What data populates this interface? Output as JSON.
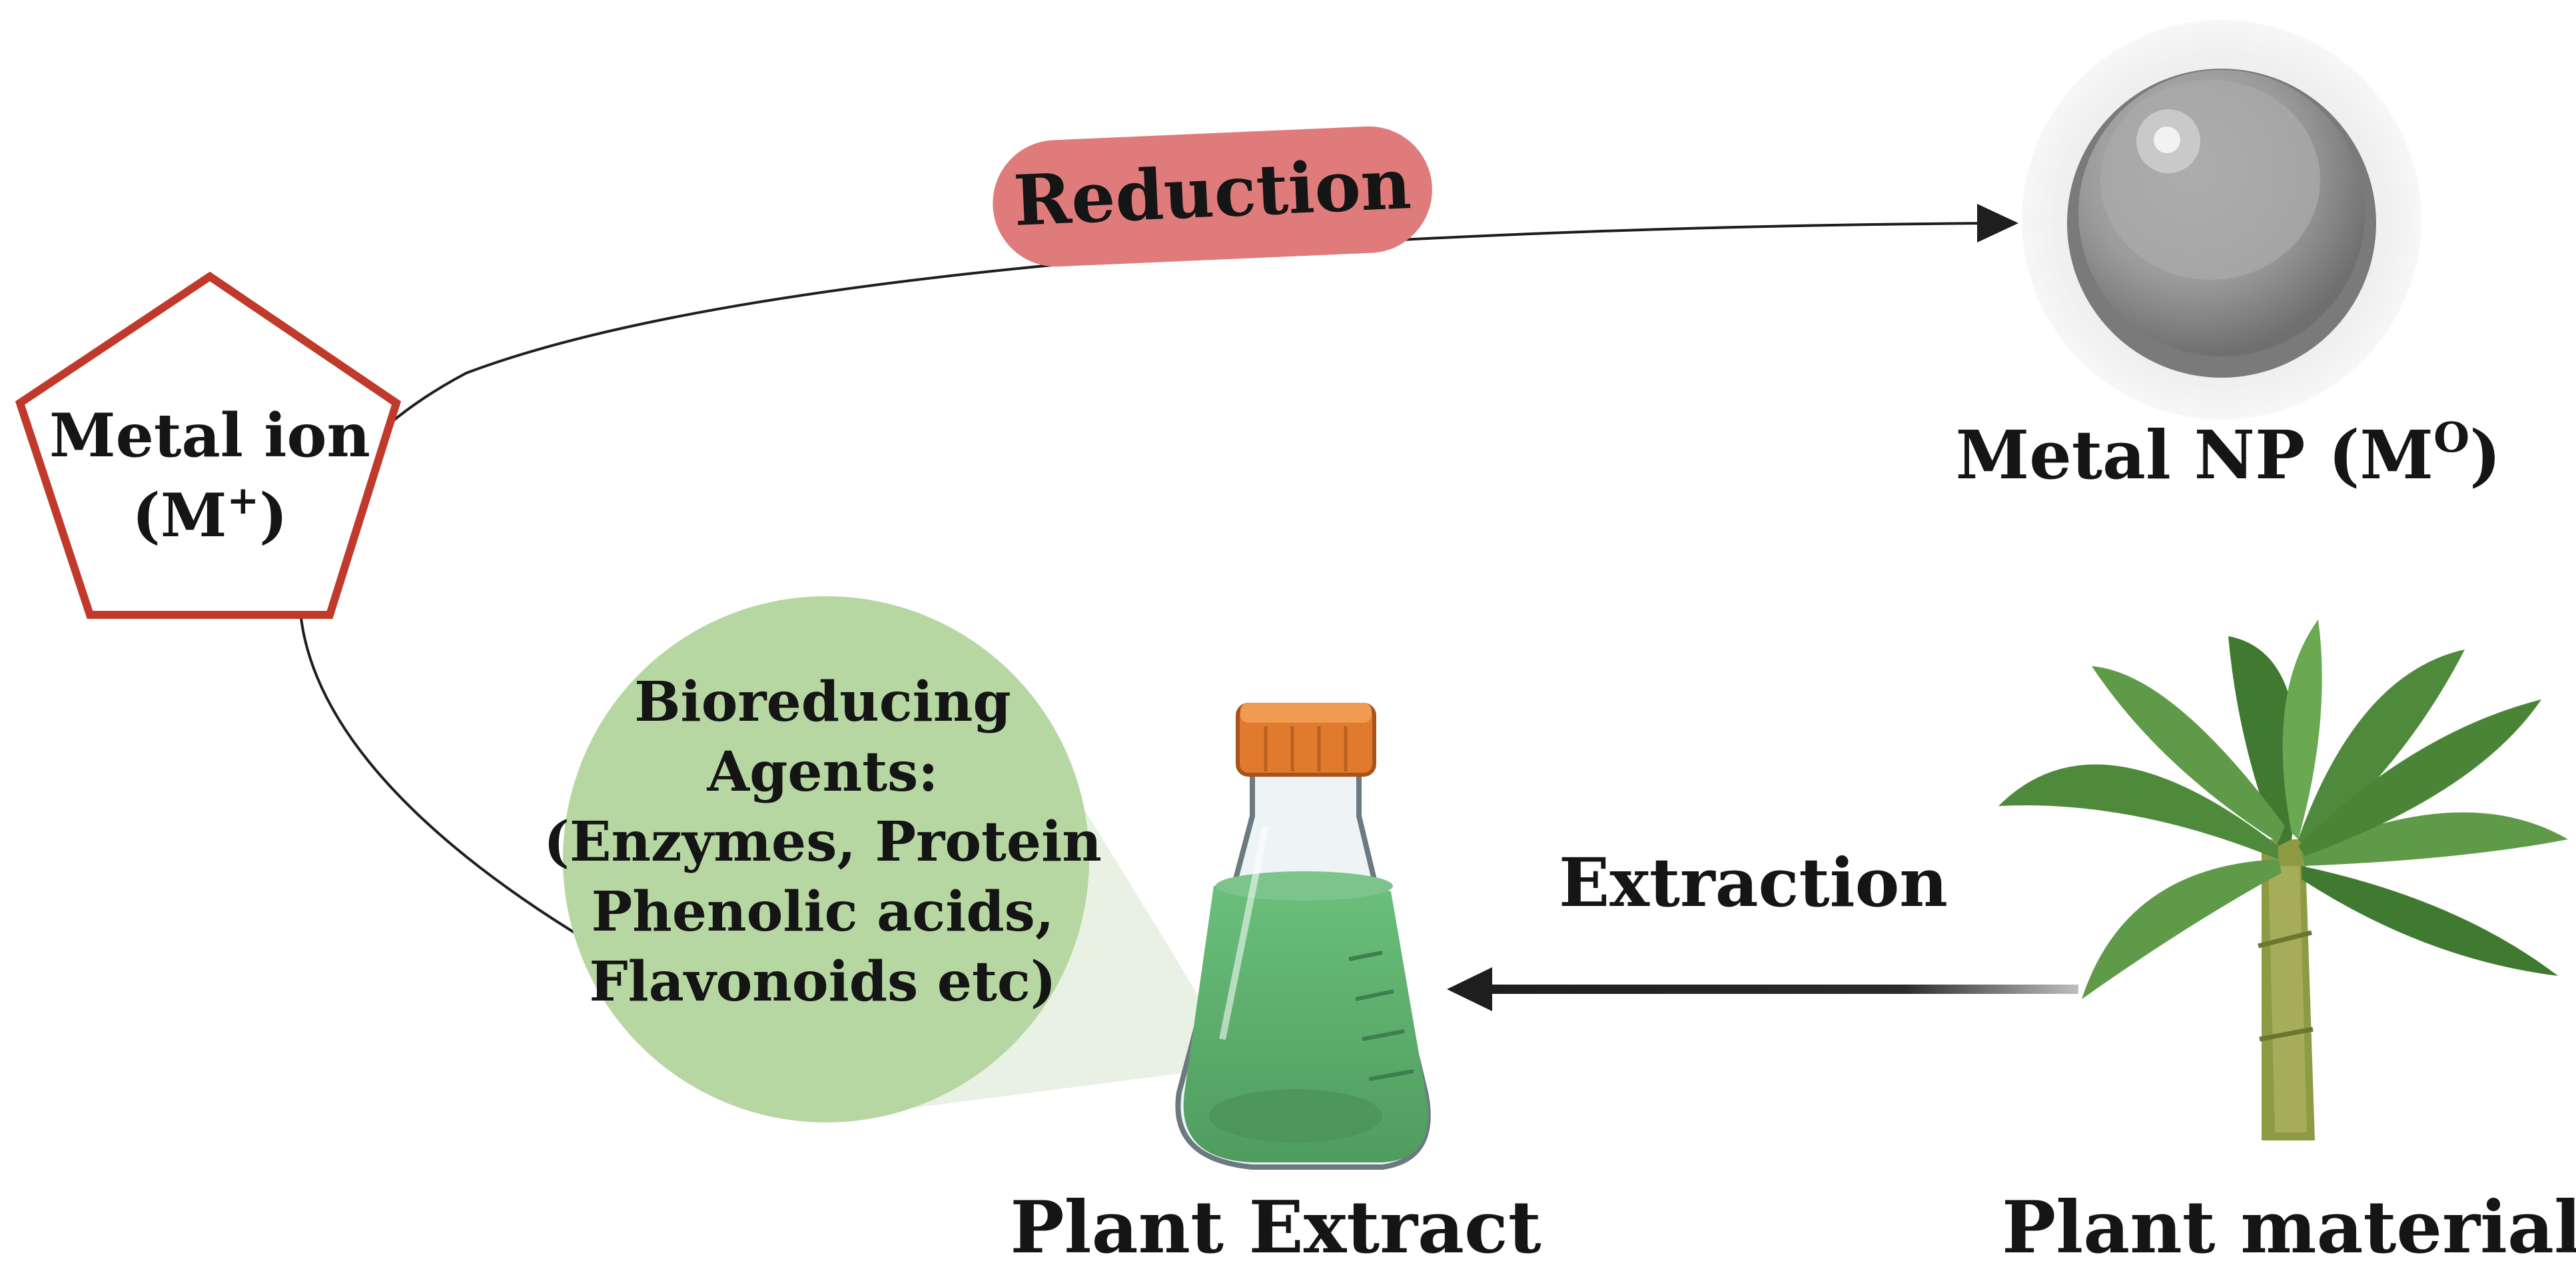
{
  "labels": {
    "metal_ion_line1": "Metal ion",
    "metal_ion_line2": "(M",
    "metal_ion_sup": "+",
    "metal_ion_close": ")",
    "reduction": "Reduction",
    "metal_np": "Metal NP (M",
    "metal_np_sup": "O",
    "metal_np_close": ")",
    "bioreducing": [
      "Bioreducing",
      "Agents:",
      "(Enzymes, Protein",
      "Phenolic acids,",
      "Flavonoids etc)"
    ],
    "plant_extract": "Plant Extract",
    "extraction": "Extraction",
    "plant_material": "Plant material"
  },
  "colors": {
    "pentagon_stroke": "#c0392b",
    "reduction_pill": "#e07b7b",
    "bubble": "#b6d7a2",
    "liquid": "#5fae6e",
    "cap": "#e07a2c",
    "sphere": "#8c8c8c",
    "leaf": "#4f8a3c",
    "trunk": "#8f9a45",
    "arrow": "#1e1e1e"
  }
}
